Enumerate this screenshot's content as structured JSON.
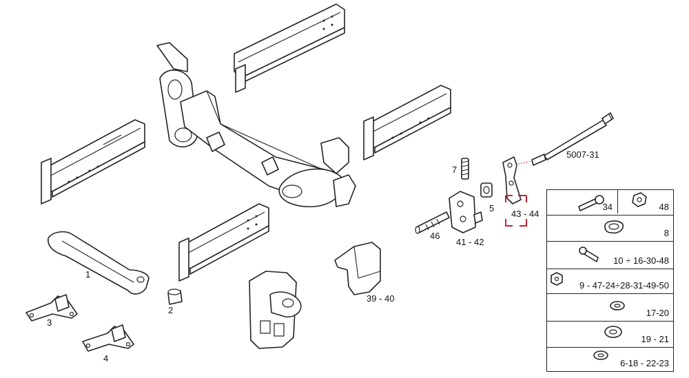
{
  "callouts": {
    "p1": "1",
    "p2": "2",
    "p3": "3",
    "p4": "4",
    "p5": "5",
    "p7": "7",
    "p46": "46",
    "p41_42": "41 - 42",
    "p43_44": "43 - 44",
    "p39_40": "39 - 40",
    "p5007_31": "5007-31"
  },
  "legend": {
    "row1_left": "34",
    "row1_right": "48",
    "row2": "8",
    "row3": "10 ÷ 16-30-48",
    "row4": "9 - 47-24÷28-31-49-50",
    "row5": "17-20",
    "row6": "19 - 21",
    "row7": "6-18 - 22-23"
  },
  "colors": {
    "line": "#222222",
    "highlight": "#cc1e2e"
  }
}
